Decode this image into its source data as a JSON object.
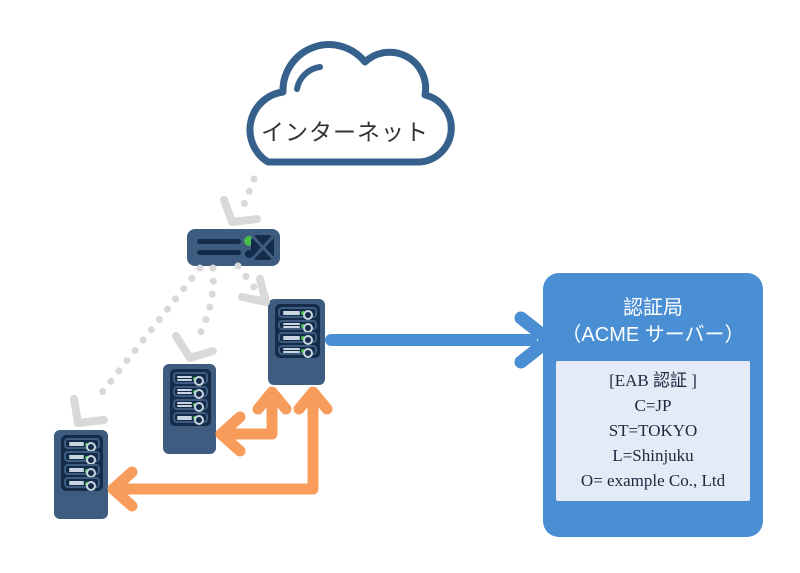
{
  "diagram": {
    "internet_label": "インターネット",
    "ca": {
      "title_line1": "認証局",
      "title_line2": "（ACME サーバー）",
      "eab_lines": [
        "[EAB 認証 ]",
        "C=JP",
        "ST=TOKYO",
        "L=Shinjuku",
        "O= example Co., Ltd"
      ]
    },
    "icons": {
      "cloud": "internet-cloud-icon",
      "router": "router-icon",
      "server": "server-rack-icon",
      "dotted_arrow": "dotted-arrow",
      "orange_arrow": "orange-elbow-arrow",
      "blue_arrow": "blue-arrow"
    },
    "colors": {
      "cloud_outline": "#35618c",
      "device_slate": "#3d5c80",
      "device_navy": "#142c49",
      "led_green": "#45bf49",
      "dotted_gray": "#d9d9d9",
      "orange": "#f79c5b",
      "arrow_blue": "#4a8fd4",
      "box_blue": "#4a8ed3",
      "box_inner_bg": "#e4ebf6",
      "box_inner_text": "#1c2740",
      "cloud_text": "#333333"
    }
  }
}
